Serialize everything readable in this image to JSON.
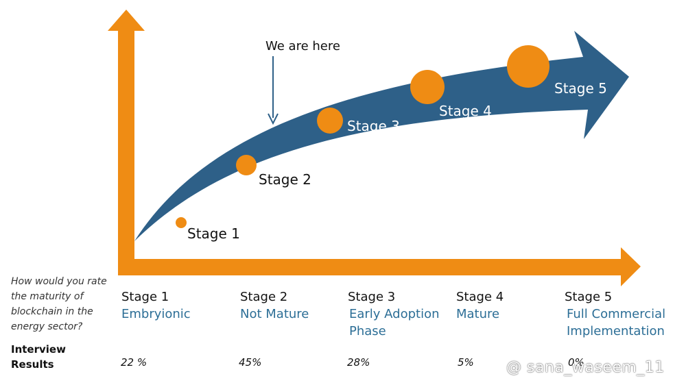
{
  "curve_label": "We are here",
  "stages": [
    {
      "label": "Stage 1",
      "name": "Stage 1",
      "desc": [
        "Embryionic"
      ],
      "result": "22 %"
    },
    {
      "label": "Stage 2",
      "name": "Stage 2",
      "desc": [
        "Not Mature"
      ],
      "result": "45%"
    },
    {
      "label": "Stage 3",
      "name": "Stage 3",
      "desc": [
        "Early Adoption",
        "Phase"
      ],
      "result": "28%"
    },
    {
      "label": "Stage 4",
      "name": "Stage 4",
      "desc": [
        "Mature"
      ],
      "result": "5%"
    },
    {
      "label": "Stage 5",
      "name": "Stage 5",
      "desc": [
        "Full Commercial",
        "Implementation"
      ],
      "result": "0%"
    }
  ],
  "question": "How would you rate the maturity of blockchain in the energy sector?",
  "interview_label_1": "Interview",
  "interview_label_2": "Results",
  "watermark": "@ sana_waseem_11",
  "colors": {
    "axis": "#ef8c14",
    "curve": "#2e6088",
    "text_blue": "#2c6e96"
  }
}
